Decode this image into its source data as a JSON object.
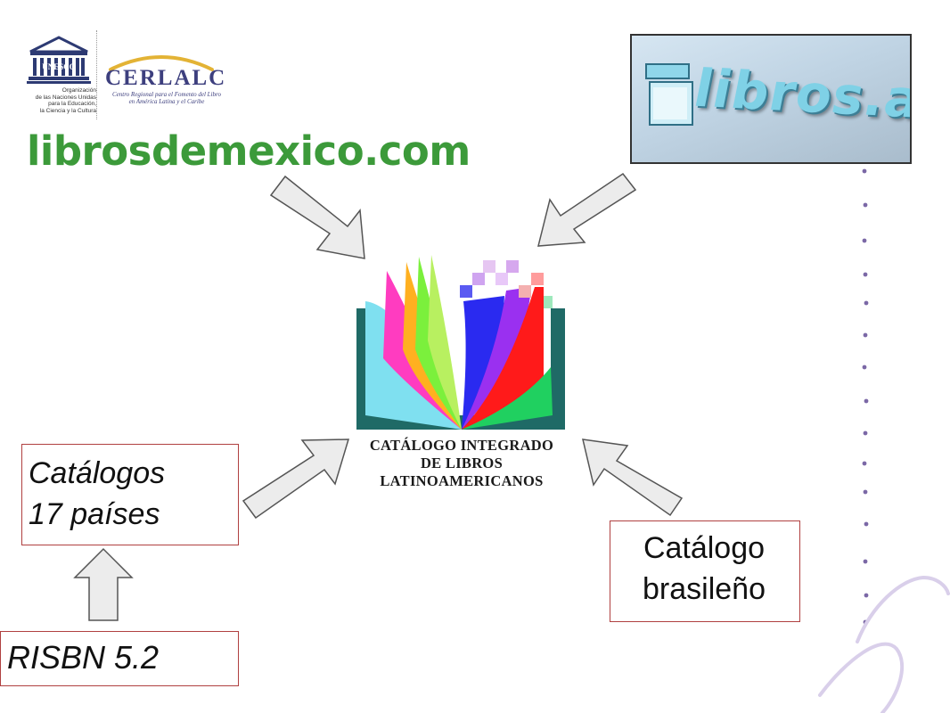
{
  "unesco": {
    "wordmark": "UNESCO",
    "org_lines": [
      "Organización",
      "de las Naciones Unidas",
      "para la Educación,",
      "la Ciencia y la Cultura"
    ]
  },
  "cerlalc": {
    "name": "CERLALC",
    "tagline": "Centro Regional para el Fomento del Libro en América Latina y el Caribe"
  },
  "librosdemexico": "librosdemexico.com",
  "librosar": "libros.ar",
  "catalog": {
    "caption_lines": [
      "CATÁLOGO INTEGRADO",
      "DE LIBROS",
      "LATINOAMERICANOS"
    ]
  },
  "boxes": {
    "catalogos": [
      "Catálogos",
      "17 países"
    ],
    "risbn": "RISBN 5.2",
    "brasil": [
      "Catálogo",
      "brasileño"
    ]
  },
  "colors": {
    "unesco_blue": "#2d3a73",
    "cerlalc_blue": "#3d3f7e",
    "cerlalc_gold": "#e3b335",
    "mexico_green": "#3c9a3a",
    "box_border": "#b04040",
    "arrow_fill": "#ececec",
    "arrow_stroke": "#555555",
    "decor_purple": "#7b68a6"
  }
}
